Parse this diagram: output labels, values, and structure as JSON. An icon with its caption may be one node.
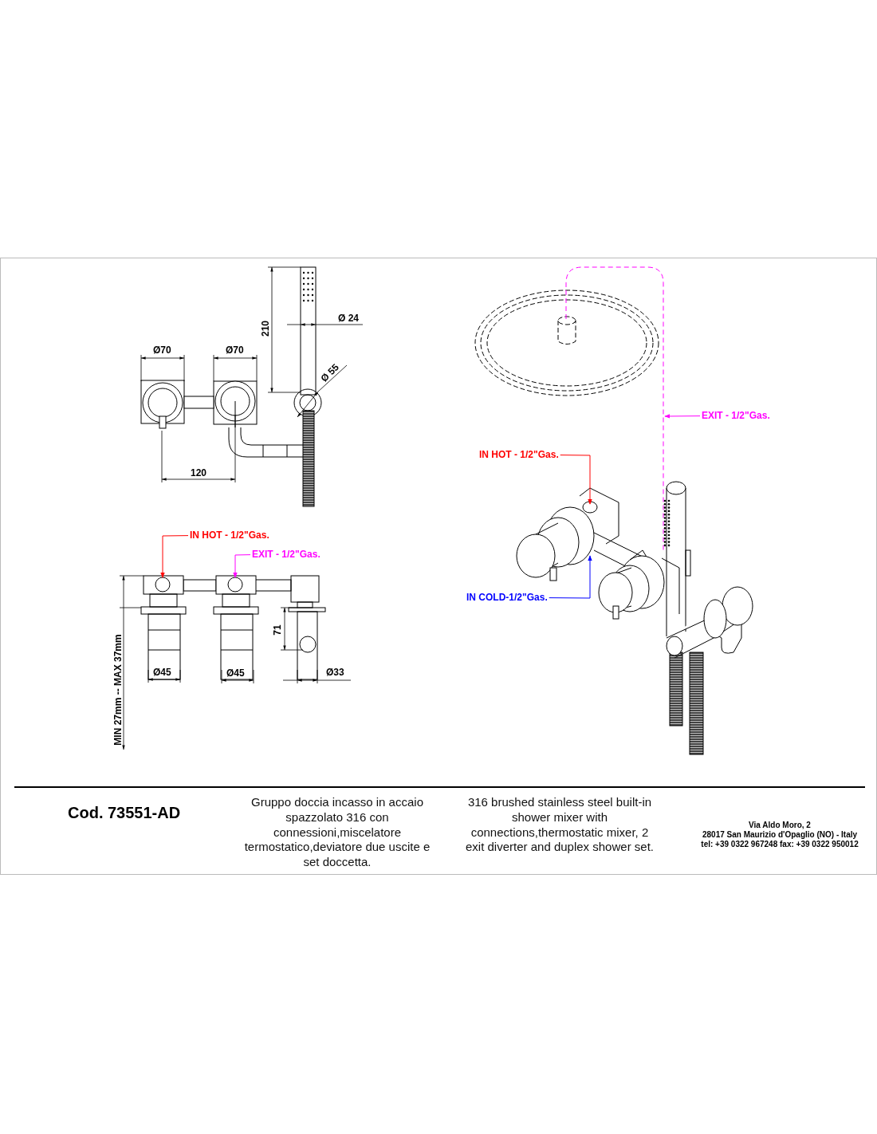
{
  "diagram": {
    "nodes": [
      {
        "text": [
          "IN HOT - 1/2\"Gas."
        ]
      },
      {
        "text": [
          "EXIT - 1/2\"Gas."
        ]
      },
      {
        "text": [
          "EXIT - 1/2\"Gas."
        ]
      },
      {
        "text": [
          "IN HOT - 1/2\"Gas."
        ]
      },
      {
        "text": [
          "IN COLD-1/2\"Gas."
        ]
      },
      {
        "text": [],
        "shape": "circle"
      },
      {
        "text": [],
        "shape": "circle"
      }
    ],
    "edges": [
      {
        "from": 0,
        "to": 5,
        "arrow": "to",
        "color": "#ff0000"
      },
      {
        "from": 1,
        "to": 6,
        "arrow": "to",
        "color": "#ff00ff"
      },
      {
        "from": 2,
        "to": null,
        "arrow": "to",
        "color": "#ff00ff"
      },
      {
        "from": 3,
        "to": null,
        "arrow": "to",
        "color": "#ff0000"
      },
      {
        "from": 4,
        "to": null,
        "arrow": "to",
        "color": "#0000ff"
      }
    ],
    "labels": [
      "Ø70",
      "Ø70",
      "210",
      "Ø 24",
      "Ø 55",
      "120",
      "Ø45",
      "Ø45",
      "71",
      "Ø33",
      "MIN 27mm -- MAX 37mm",
      "Cod. 73551-AD",
      "Gruppo doccia incasso in accaio spazzolato 316 con connessioni,miscelatore termostatico,deviatore due uscite e set doccetta.",
      "316 brushed stainless steel built-in shower mixer with connections,thermostatic mixer, 2 exit diverter and duplex shower set.",
      "Via Aldo Moro, 2",
      "28017 San Maurizio d'Opaglio (NO) - Italy",
      "tel: +39 0322 967248 fax: +39 0322 950012"
    ]
  }
}
